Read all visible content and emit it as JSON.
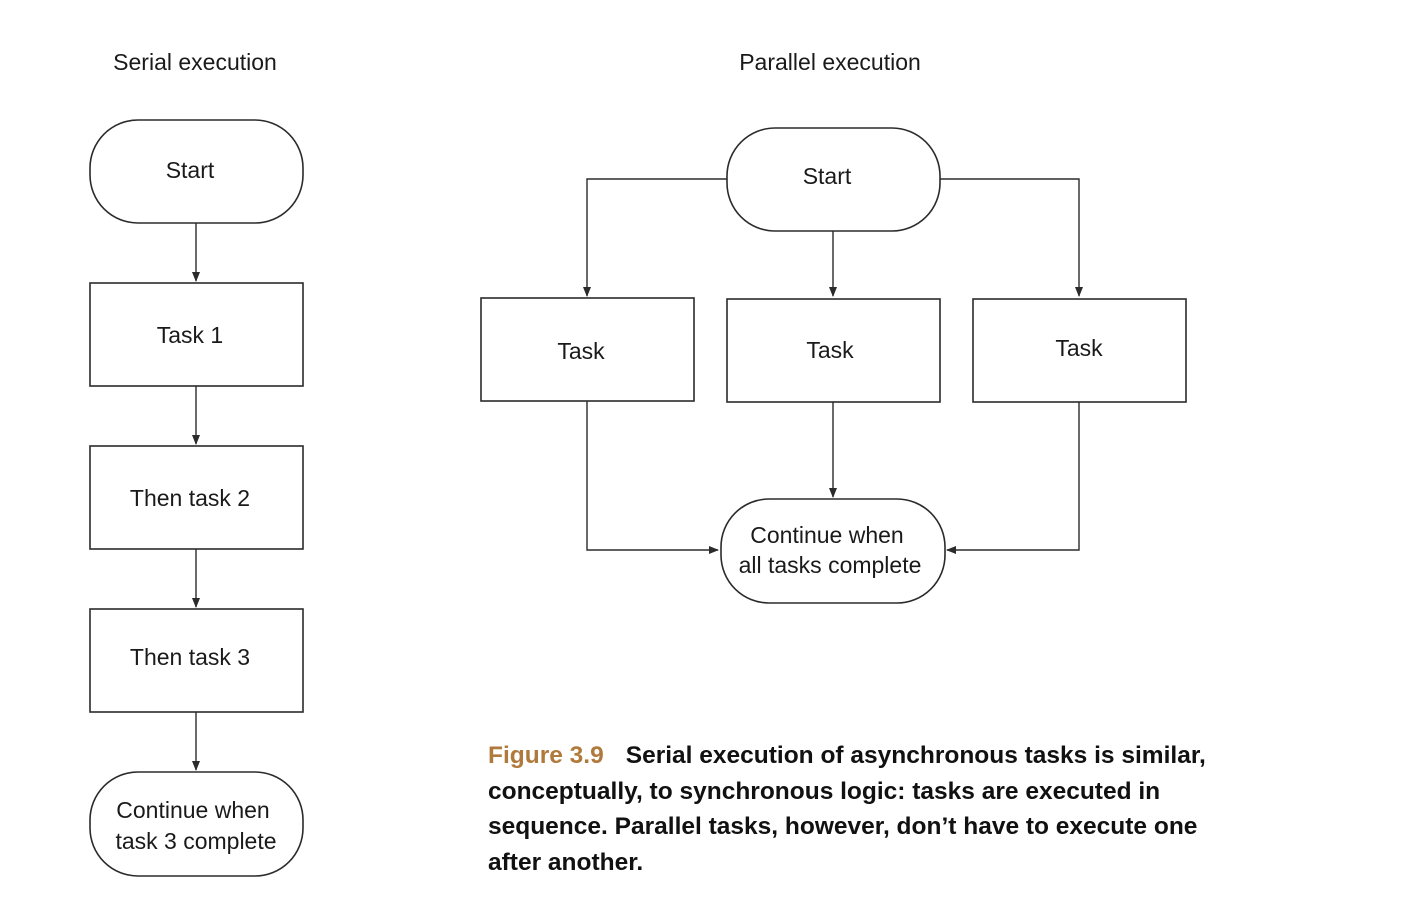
{
  "serial": {
    "title": "Serial execution",
    "start": "Start",
    "task1": "Task 1",
    "task2": "Then task 2",
    "task3": "Then task 3",
    "end": [
      "Continue when",
      "task 3 complete"
    ]
  },
  "parallel": {
    "title": "Parallel execution",
    "start": "Start",
    "task_left": "Task",
    "task_middle": "Task",
    "task_right": "Task",
    "end": [
      "Continue when",
      "all tasks complete"
    ]
  },
  "caption": {
    "label": "Figure 3.9",
    "text": "Serial execution of asynchronous tasks is similar, conceptually, to synchronous logic: tasks are executed in sequence. Parallel tasks, however, don’t have to execute one after another."
  },
  "colors": {
    "caption_label": "#b07a3c",
    "stroke": "#2b2b2b"
  }
}
